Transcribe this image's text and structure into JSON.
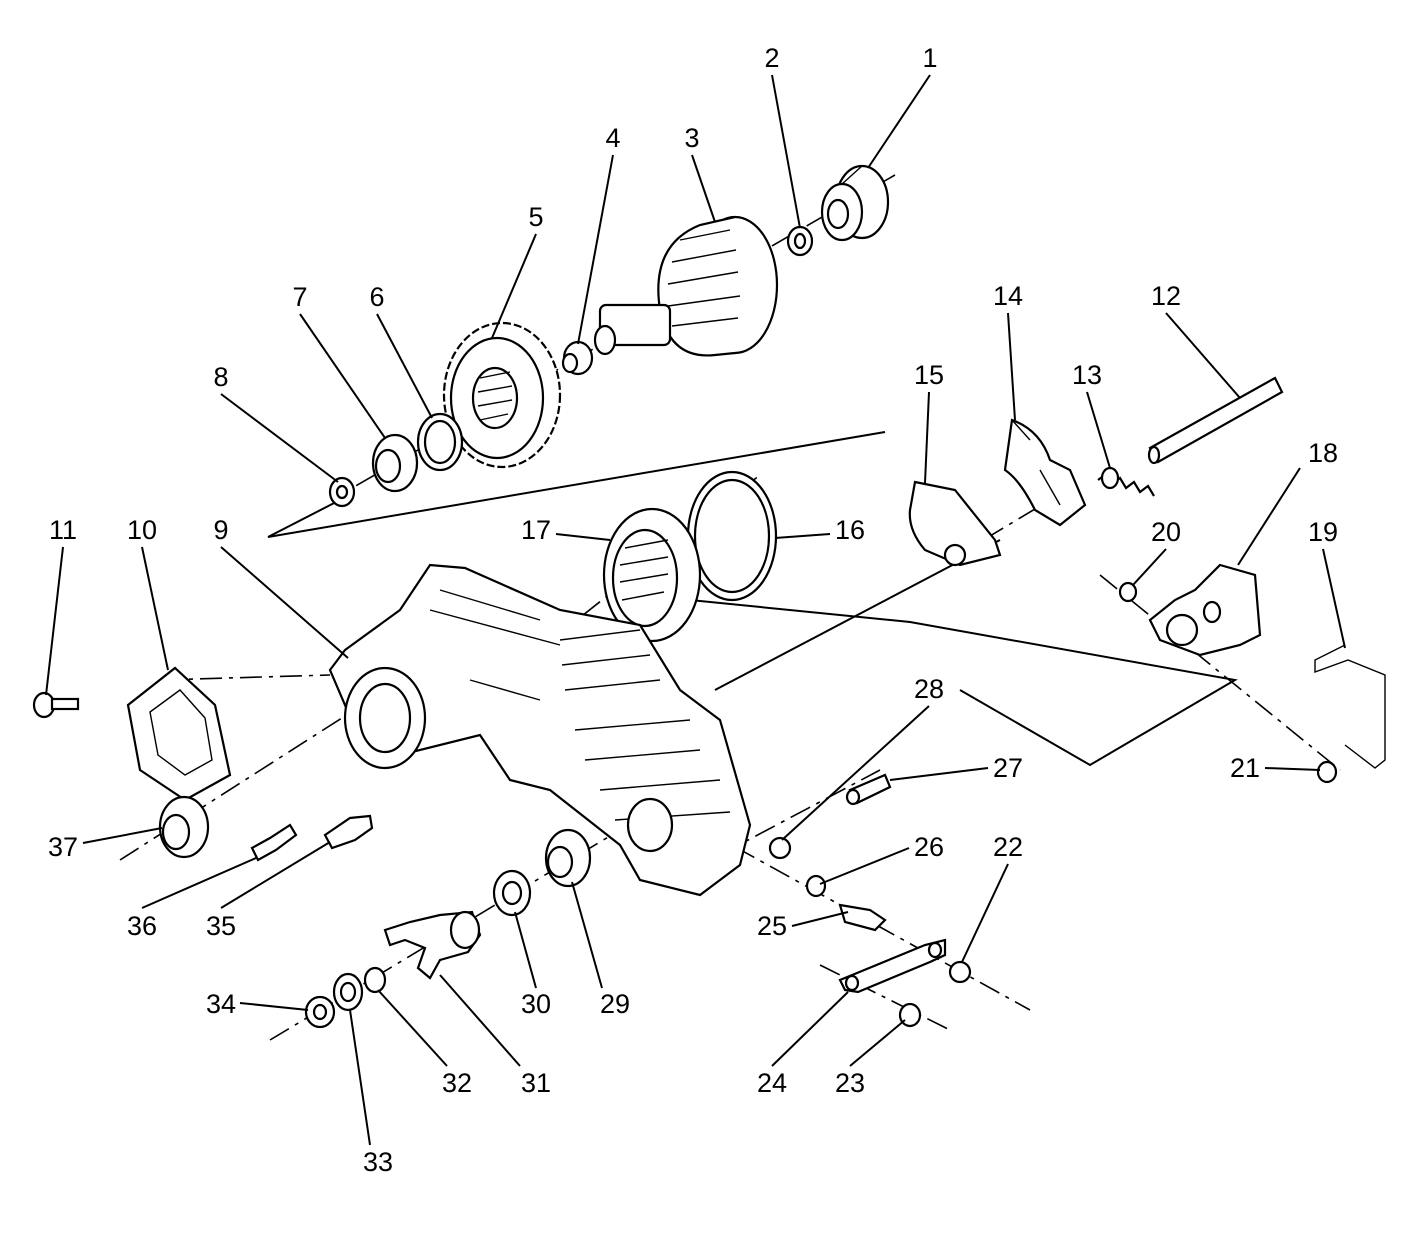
{
  "diagram": {
    "type": "exploded-parts-view",
    "callouts": [
      {
        "label": "1"
      },
      {
        "label": "2"
      },
      {
        "label": "3"
      },
      {
        "label": "4"
      },
      {
        "label": "5"
      },
      {
        "label": "6"
      },
      {
        "label": "7"
      },
      {
        "label": "8"
      },
      {
        "label": "9"
      },
      {
        "label": "10"
      },
      {
        "label": "11"
      },
      {
        "label": "12"
      },
      {
        "label": "13"
      },
      {
        "label": "14"
      },
      {
        "label": "15"
      },
      {
        "label": "16"
      },
      {
        "label": "17"
      },
      {
        "label": "18"
      },
      {
        "label": "19"
      },
      {
        "label": "20"
      },
      {
        "label": "21"
      },
      {
        "label": "22"
      },
      {
        "label": "23"
      },
      {
        "label": "24"
      },
      {
        "label": "25"
      },
      {
        "label": "26"
      },
      {
        "label": "27"
      },
      {
        "label": "28"
      },
      {
        "label": "29"
      },
      {
        "label": "30"
      },
      {
        "label": "31"
      },
      {
        "label": "32"
      },
      {
        "label": "33"
      },
      {
        "label": "34"
      },
      {
        "label": "35"
      },
      {
        "label": "36"
      },
      {
        "label": "37"
      }
    ]
  },
  "colors": {
    "line": "#000000",
    "background": "#ffffff"
  }
}
